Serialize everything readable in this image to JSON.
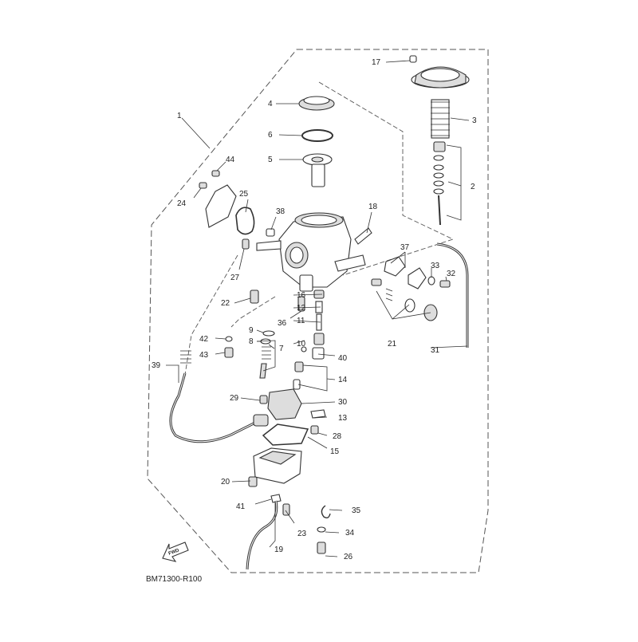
{
  "diagram": {
    "ref_code": "BM71300-R100",
    "fwd_label": "FWD",
    "parts": [
      {
        "label": "1"
      },
      {
        "label": "2"
      },
      {
        "label": "3"
      },
      {
        "label": "4"
      },
      {
        "label": "5"
      },
      {
        "label": "6"
      },
      {
        "label": "7"
      },
      {
        "label": "8"
      },
      {
        "label": "9"
      },
      {
        "label": "10"
      },
      {
        "label": "11"
      },
      {
        "label": "12"
      },
      {
        "label": "13"
      },
      {
        "label": "14"
      },
      {
        "label": "15"
      },
      {
        "label": "16"
      },
      {
        "label": "17"
      },
      {
        "label": "18"
      },
      {
        "label": "19"
      },
      {
        "label": "20"
      },
      {
        "label": "21"
      },
      {
        "label": "22"
      },
      {
        "label": "23"
      },
      {
        "label": "24"
      },
      {
        "label": "25"
      },
      {
        "label": "26"
      },
      {
        "label": "27"
      },
      {
        "label": "28"
      },
      {
        "label": "29"
      },
      {
        "label": "30"
      },
      {
        "label": "31"
      },
      {
        "label": "32"
      },
      {
        "label": "33"
      },
      {
        "label": "34"
      },
      {
        "label": "35"
      },
      {
        "label": "36"
      },
      {
        "label": "37"
      },
      {
        "label": "38"
      },
      {
        "label": "39"
      },
      {
        "label": "40"
      },
      {
        "label": "41"
      },
      {
        "label": "42"
      },
      {
        "label": "43"
      },
      {
        "label": "44"
      }
    ]
  }
}
